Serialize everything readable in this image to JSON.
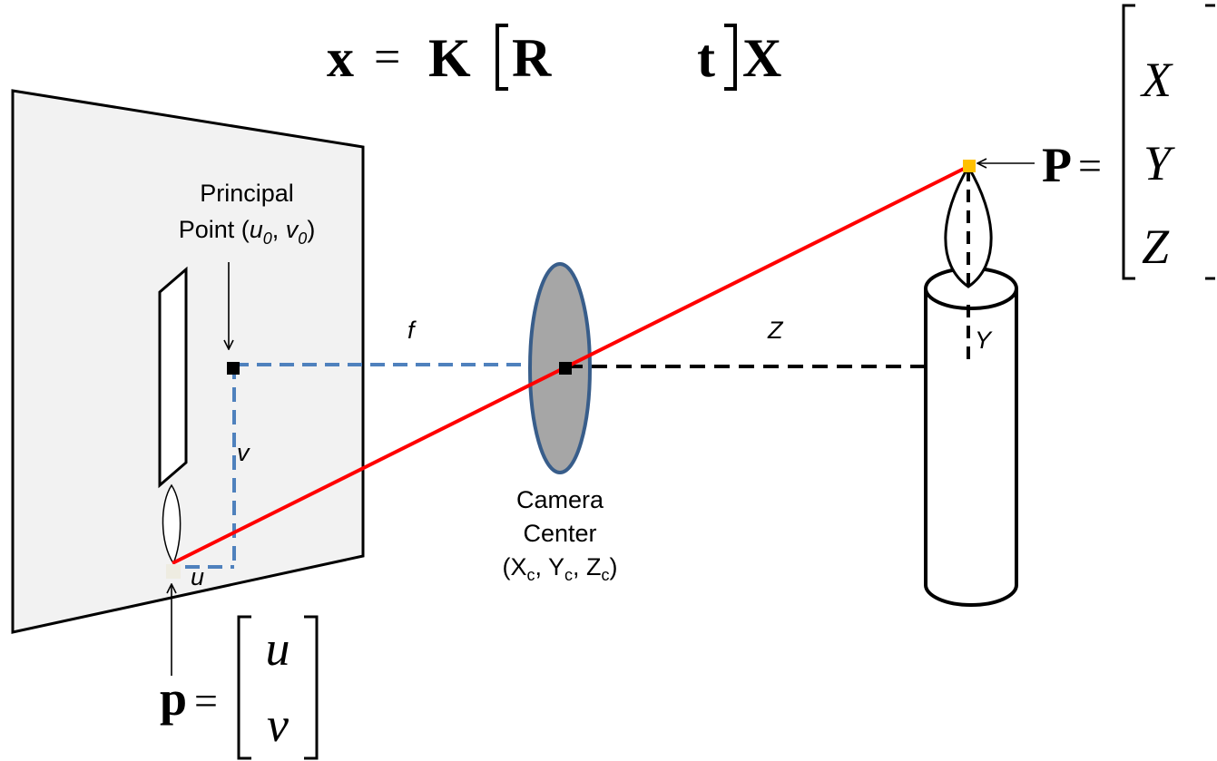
{
  "equation": {
    "lhs": "x",
    "equals": "=",
    "K": "K",
    "R": "R",
    "t": "t",
    "X": "X"
  },
  "world_point": {
    "label": "P",
    "equals": "=",
    "components": [
      "X",
      "Y",
      "Z"
    ]
  },
  "image_point": {
    "label": "p",
    "equals": "=",
    "components": [
      "u",
      "v"
    ]
  },
  "principal_point": {
    "line1": "Principal",
    "line2_prefix": "Point (",
    "u": "u",
    "u_sub": "0",
    "sep": ", ",
    "v": "v",
    "v_sub": "0",
    "close": ")"
  },
  "camera_center": {
    "line1": "Camera",
    "line2": "Center",
    "open": "(X",
    "xsub": "c",
    "mid1": ", Y",
    "ysub": "c",
    "mid2": ", Z",
    "zsub": "c",
    "close": ")"
  },
  "labels": {
    "f": "f",
    "Z": "Z",
    "Y": "Y",
    "v": "v",
    "u": "u"
  },
  "colors": {
    "ray": "#ff0000",
    "principal_axis": "#4f81bd",
    "lens_fill": "#a6a6a6",
    "lens_stroke": "#385d8a",
    "plane_fill": "#f2f2f2",
    "point_marker": "#ffc000",
    "image_marker": "#eeece1"
  }
}
